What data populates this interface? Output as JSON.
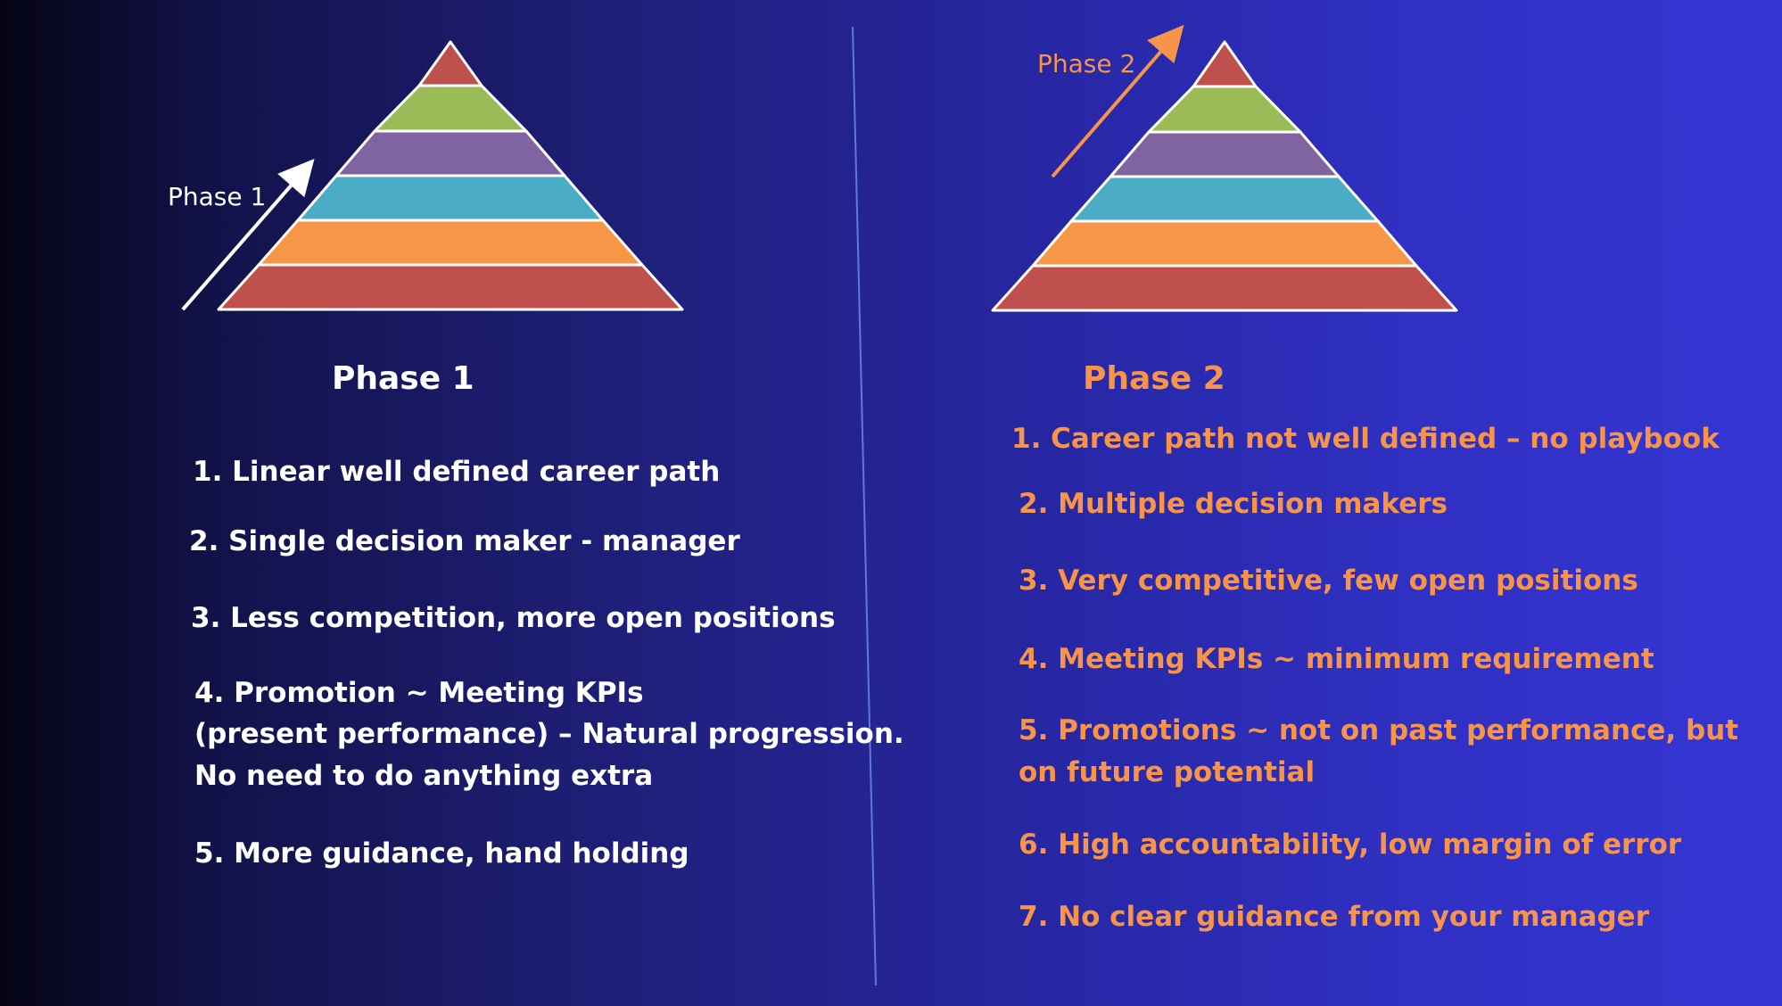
{
  "colors": {
    "tier_top": "#c0504d",
    "tier_2": "#9bbb59",
    "tier_3": "#8064a2",
    "tier_4": "#4bacc6",
    "tier_5": "#f79646",
    "tier_base": "#c0504d",
    "phase1_text": "#ffffff",
    "phase2_text": "#f7944a",
    "divider": "#6f8fe6"
  },
  "phase1": {
    "arrow_label": "Phase 1",
    "heading": "Phase 1",
    "items": [
      "1. Linear well defined career path",
      "2. Single decision maker - manager",
      "3. Less competition, more open positions",
      "4. Promotion ~ Meeting KPIs",
      "(present performance) – Natural progression.",
      "No need to do anything extra",
      "5. More guidance, hand holding"
    ]
  },
  "phase2": {
    "arrow_label": "Phase 2",
    "heading": "Phase 2",
    "items": [
      "1. Career path not well defined – no playbook",
      "2. Multiple decision makers",
      "3. Very competitive, few open positions",
      "4. Meeting KPIs ~ minimum requirement",
      "5. Promotions  ~ not on past performance, but",
      "on future potential",
      "6. High accountability, low margin of error",
      "7. No clear guidance from your manager"
    ]
  }
}
